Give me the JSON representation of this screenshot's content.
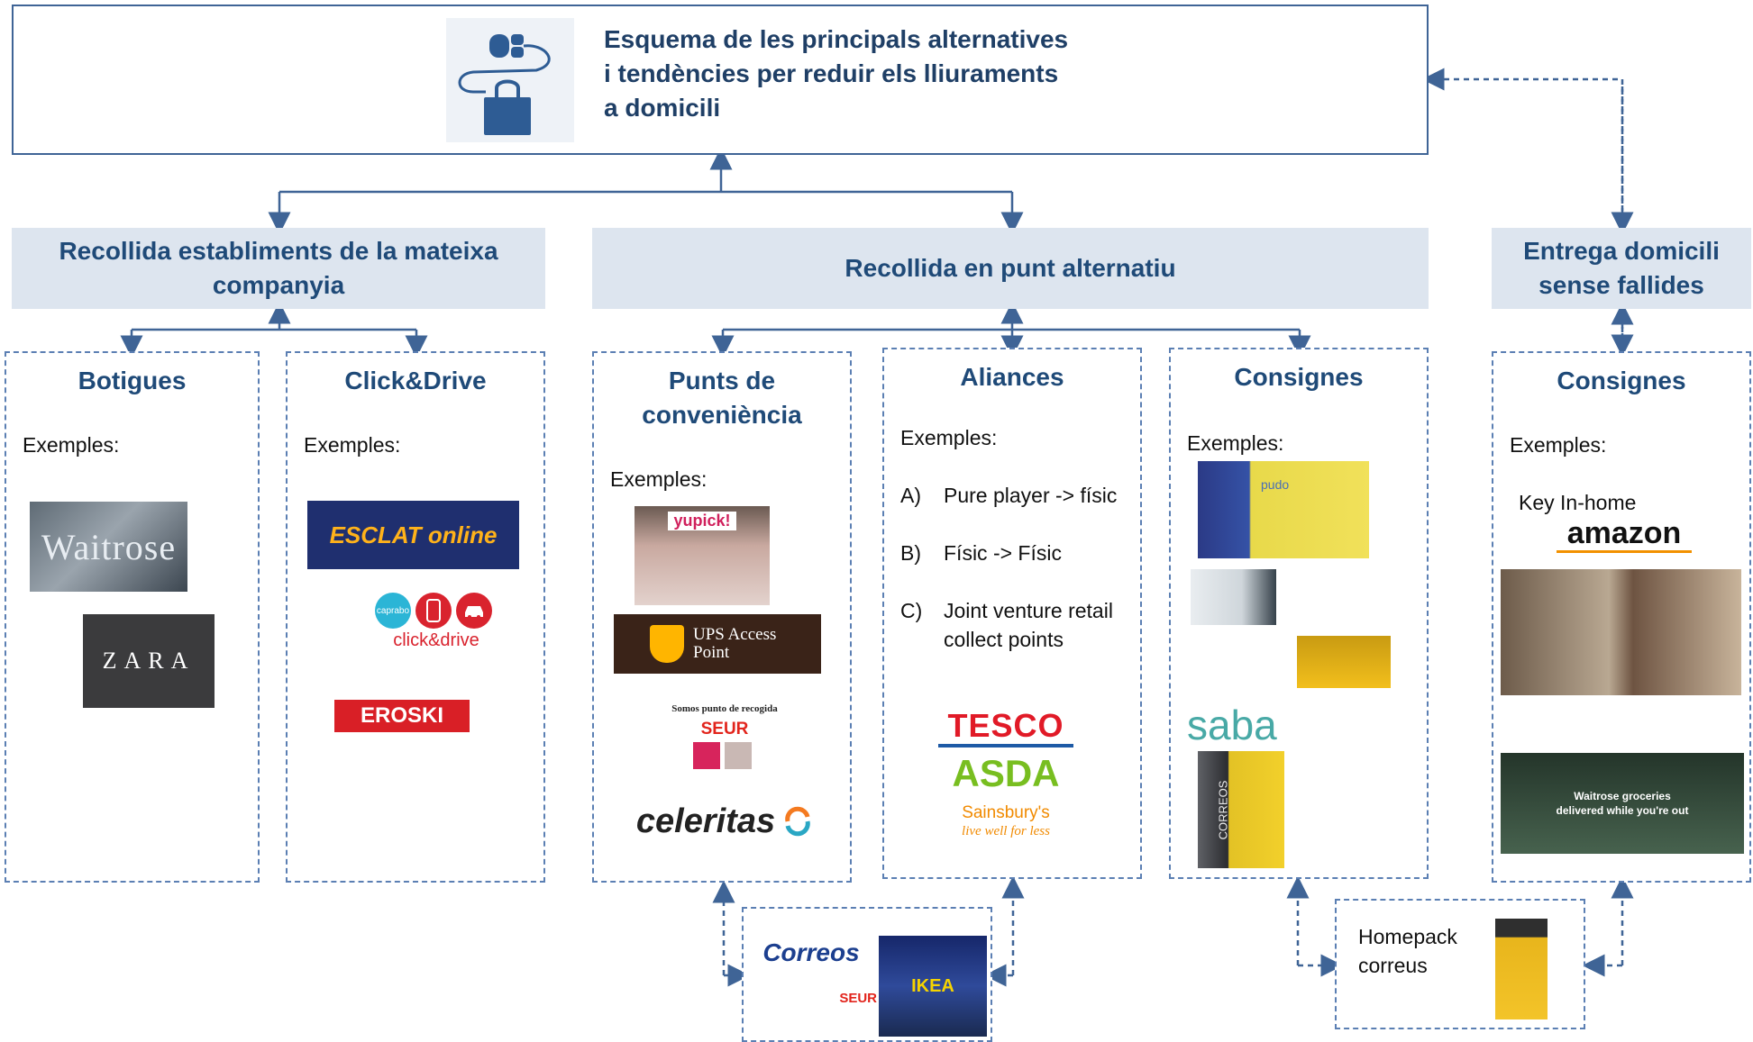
{
  "title": "Esquema de les principals alternatives i tendències per reduir els lliuraments a domicili",
  "categories": {
    "same_company": "Recollida establiments de la mateixa companyia",
    "alternative_point": "Recollida en punt alternatiu",
    "home_delivery": "Entrega domicili sense fallides"
  },
  "examples_label": "Exemples:",
  "boxes": {
    "botigues": {
      "title": "Botigues",
      "logos": [
        "Waitrose",
        "ZARA"
      ]
    },
    "click_drive": {
      "title": "Click&Drive",
      "logos": [
        "ESCLAT online",
        "caprabo",
        "click&drive",
        "EROSKI"
      ]
    },
    "punts": {
      "title": "Punts de conveniència",
      "logos": [
        "yupick!",
        "UPS Access Point",
        "Somos punto de recogida",
        "SEUR",
        "celeritas"
      ]
    },
    "aliances": {
      "title": "Aliances",
      "items": [
        {
          "marker": "A)",
          "text": "Pure player -> físic"
        },
        {
          "marker": "B)",
          "text": "Físic -> Físic"
        },
        {
          "marker": "C)",
          "text": "Joint venture retail collect points"
        }
      ],
      "logos": [
        "TESCO",
        "ASDA",
        "Sainsbury's",
        "live well for less"
      ]
    },
    "consignes_alt": {
      "title": "Consignes",
      "logos": [
        "pudo",
        "saba",
        "CORREOS"
      ]
    },
    "consignes_home": {
      "title": "Consignes",
      "key_label": "Key In-home",
      "logos": [
        "amazon",
        "Waitrose groceries delivered while you're out"
      ]
    },
    "correos_ikea": {
      "logos": [
        "Correos",
        "SEUR",
        "IKEA"
      ]
    },
    "homepack": {
      "text": "Homepack correus"
    }
  },
  "colors": {
    "accent": "#1f4a78",
    "category_bg": "#dde5ef",
    "connector": "#3f6496"
  },
  "icons": [
    "mouse-bag-icon"
  ]
}
